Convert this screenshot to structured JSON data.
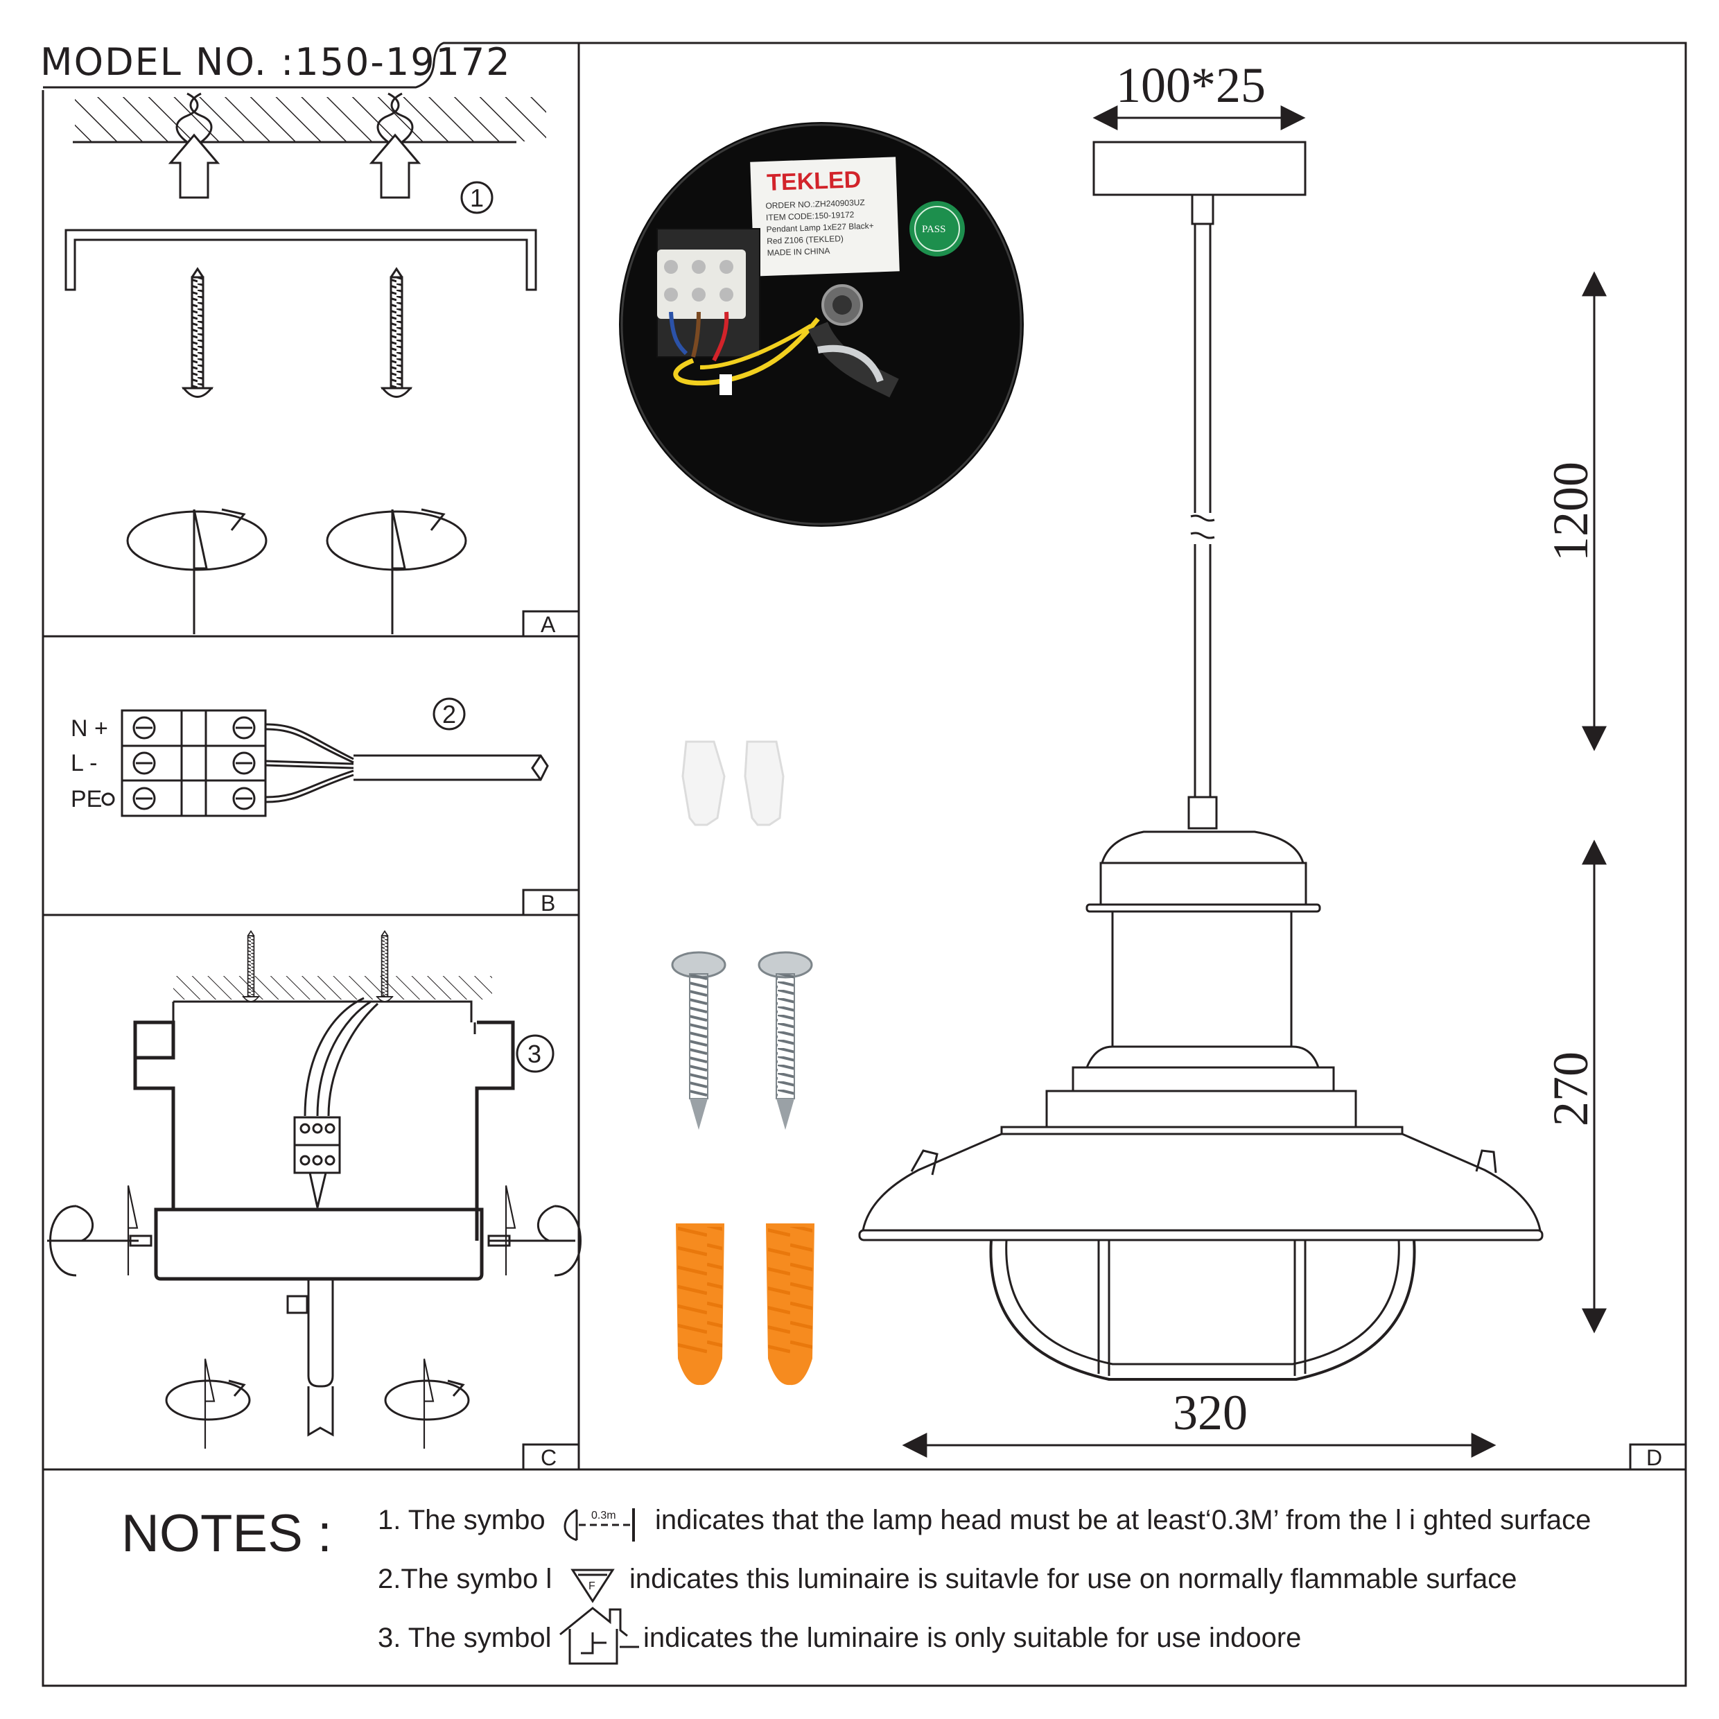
{
  "header": {
    "model_label": "MODEL NO. :150-19172"
  },
  "panels": {
    "a": {
      "tag": "A",
      "step": "1"
    },
    "b": {
      "tag": "B",
      "step": "2",
      "terminals": [
        "N +",
        "L  -",
        "PE"
      ]
    },
    "c": {
      "tag": "C",
      "step": "3"
    },
    "d": {
      "tag": "D"
    }
  },
  "product_label": {
    "brand": "TEKLED",
    "lines": [
      "ORDER NO.:ZH240903UZ",
      "ITEM CODE:150-19172",
      "Pendant Lamp 1xE27 Black+",
      "Red Z106 (TEKLED)",
      "MADE IN CHINA"
    ],
    "seal": "PASS"
  },
  "dimensions": {
    "canopy": "100*25",
    "cable": "1200",
    "height": "270",
    "width": "320"
  },
  "notes": {
    "title": "NOTES :",
    "items": [
      {
        "before": "1. The symbo",
        "symbol_text": "0.3m",
        "after": "indicates that the lamp head must be at least‘0.3M’ from the l i ghted surface"
      },
      {
        "before": "2.The symbo l",
        "symbol_text": "F",
        "after": "indicates this luminaire is suitavle for use on normally flammable surface"
      },
      {
        "before": "3. The symbol",
        "after": "indicates the luminaire is only suitable for use indoore"
      }
    ]
  }
}
